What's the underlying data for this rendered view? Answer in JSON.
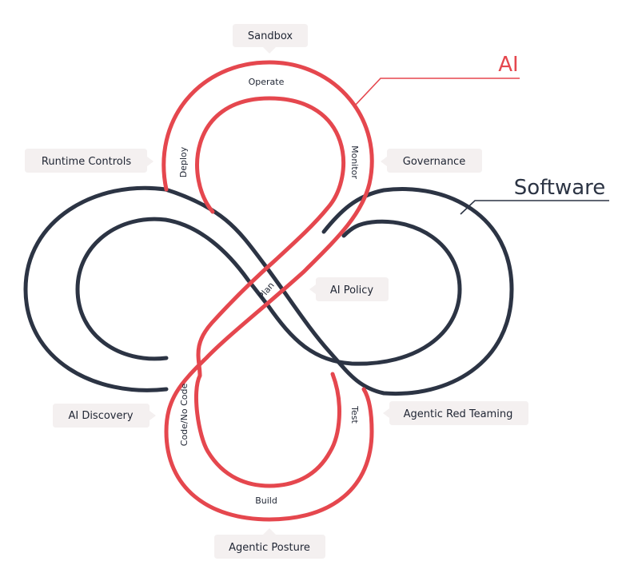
{
  "colors": {
    "ai": "#e5474e",
    "software": "#2c3444",
    "pill_bg": "#f4f0f0",
    "text": "#1f2533"
  },
  "legend": {
    "ai": "AI",
    "software": "Software"
  },
  "stages": {
    "operate": "Operate",
    "deploy": "Deploy",
    "monitor": "Monitor",
    "plan": "Plan",
    "code": "Code/No Code",
    "test": "Test",
    "build": "Build"
  },
  "callouts": {
    "sandbox": "Sandbox",
    "runtime_controls": "Runtime Controls",
    "governance": "Governance",
    "ai_policy": "AI Policy",
    "ai_discovery": "AI Discovery",
    "agentic_red_teaming": "Agentic Red Teaming",
    "agentic_posture": "Agentic Posture"
  }
}
